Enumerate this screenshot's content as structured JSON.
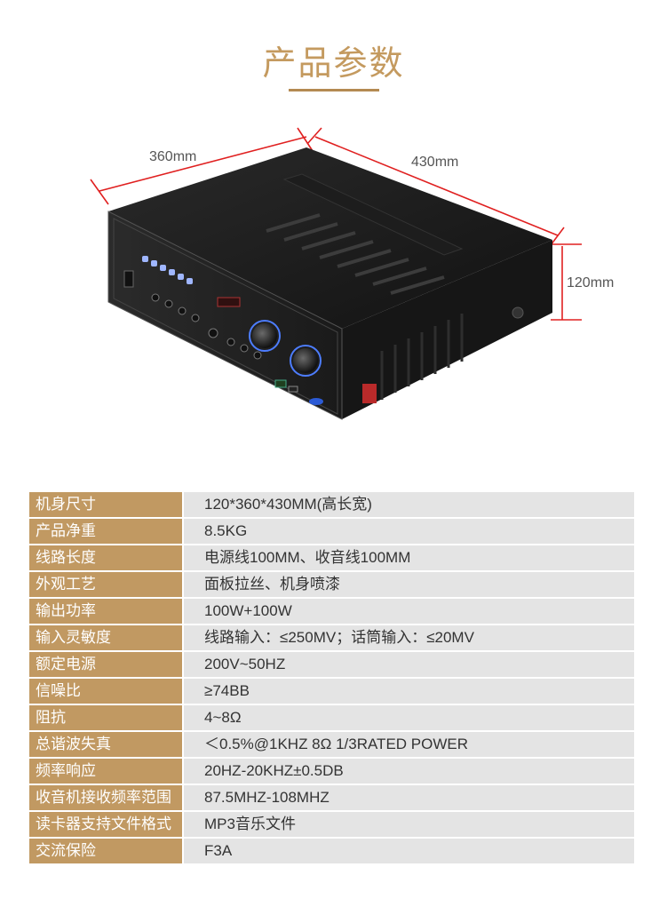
{
  "title": "产品参数",
  "dimensions": {
    "depth": "360mm",
    "width": "430mm",
    "height": "120mm"
  },
  "colors": {
    "accent": "#c19962",
    "row_bg": "#e4e4e4",
    "title": "#c49a5f"
  },
  "specs": [
    {
      "label": "机身尺寸",
      "value": "120*360*430MM(高长宽)"
    },
    {
      "label": "产品净重",
      "value": "8.5KG"
    },
    {
      "label": "线路长度",
      "value": "电源线100MM、收音线100MM"
    },
    {
      "label": "外观工艺",
      "value": "面板拉丝、机身喷漆"
    },
    {
      "label": "输出功率",
      "value": "100W+100W"
    },
    {
      "label": "输入灵敏度",
      "value": "线路输入：≤250MV；话筒输入：≤20MV"
    },
    {
      "label": "额定电源",
      "value": "200V~50HZ"
    },
    {
      "label": "信噪比",
      "value": "≥74BB"
    },
    {
      "label": "阻抗",
      "value": "4~8Ω"
    },
    {
      "label": "总谐波失真",
      "value": "＜0.5%@1KHZ 8Ω 1/3RATED POWER"
    },
    {
      "label": "频率响应",
      "value": "20HZ-20KHZ±0.5DB"
    },
    {
      "label": "收音机接收频率范围",
      "value": "87.5MHZ-108MHZ"
    },
    {
      "label": "读卡器支持文件格式",
      "value": "MP3音乐文件"
    },
    {
      "label": "交流保险",
      "value": "F3A"
    }
  ]
}
